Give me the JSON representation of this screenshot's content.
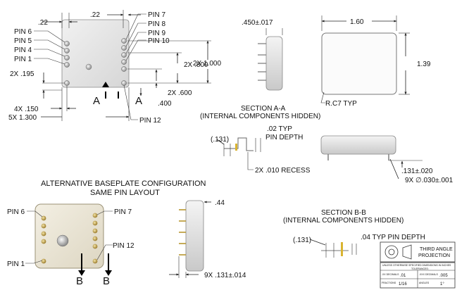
{
  "top_view": {
    "dim_top_left": ".22",
    "dim_top_mid": ".22",
    "pins_left": [
      "PIN 6",
      "PIN 5",
      "PIN 4",
      "PIN 1"
    ],
    "pins_right": [
      "PIN 7",
      "PIN 8",
      "PIN 9",
      "PIN 10"
    ],
    "dim_195": "2X .195",
    "dim_800": "2X .800",
    "dim_1000": "2X 1.000",
    "dim_600": "2X .600",
    "dim_400": ".400",
    "dim_150": "4X .150",
    "dim_1300": "5X 1.300",
    "section_mark_left": "A",
    "section_mark_right": "A",
    "pin12": "PIN 12"
  },
  "side_view": {
    "dim_height": ".450±.017"
  },
  "right_view": {
    "dim_width": "1.60",
    "dim_height": "1.39",
    "radius": "R.C7 TYP"
  },
  "section_a": {
    "title_line1": "SECTION A-A",
    "title_line2": "(INTERNAL COMPONENTS HIDDEN)",
    "dim_131": "(.131)",
    "dim_02": ".02 TYP",
    "pin_depth": "PIN DEPTH",
    "recess": "2X .010 RECESS"
  },
  "front_view": {
    "dim_131_020": ".131±.020",
    "dim_dia": "9X ∅.030±.001"
  },
  "alt": {
    "title_line1": "ALTERNATIVE BASEPLATE CONFIGURATION",
    "title_line2": "SAME PIN LAYOUT",
    "pin6": "PIN 6",
    "pin7": "PIN 7",
    "pin12": "PIN 12",
    "pin1": "PIN 1",
    "section_mark_left": "B",
    "section_mark_right": "B",
    "dim_44": ".44",
    "dim_9x": "9X .131±.014"
  },
  "section_b": {
    "title_line1": "SECTION B-B",
    "title_line2": "(INTERNAL COMPONENTS HIDDEN)",
    "dim_131": "(.131)",
    "dim_04": ".04 TYP PIN DEPTH"
  },
  "title_block": {
    "projection_line1": "THIRD ANGLE",
    "projection_line2": "PROJECTION",
    "tolerance_line1": "UNLESS OTHERWISE SPECIFIED DIMENSIONS IN INCHES",
    "tolerance_line2": "TOLERANCES:",
    "xx_label": ".XX DECIMALS",
    "xx_value": ".01",
    "xxx_label": ".XXX DECIMALS",
    "xxx_value": ".005",
    "fractions_label": "FRACTIONS",
    "fractions_value": "1/16",
    "angles_label": "ANGLES",
    "angles_value": "1°"
  }
}
